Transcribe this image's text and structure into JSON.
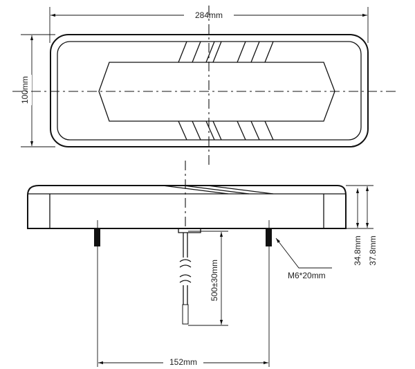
{
  "title": "Tail lamp dimension drawing",
  "dimensions": {
    "overall_length": "284mm",
    "overall_height": "100mm",
    "body_depth": "34.8mm",
    "total_depth": "37.8mm",
    "stud_spec": "M6*20mm",
    "cable_length": "500±30mm",
    "stud_spacing": "152mm"
  },
  "colors": {
    "line": "#111111",
    "background": "#ffffff"
  }
}
